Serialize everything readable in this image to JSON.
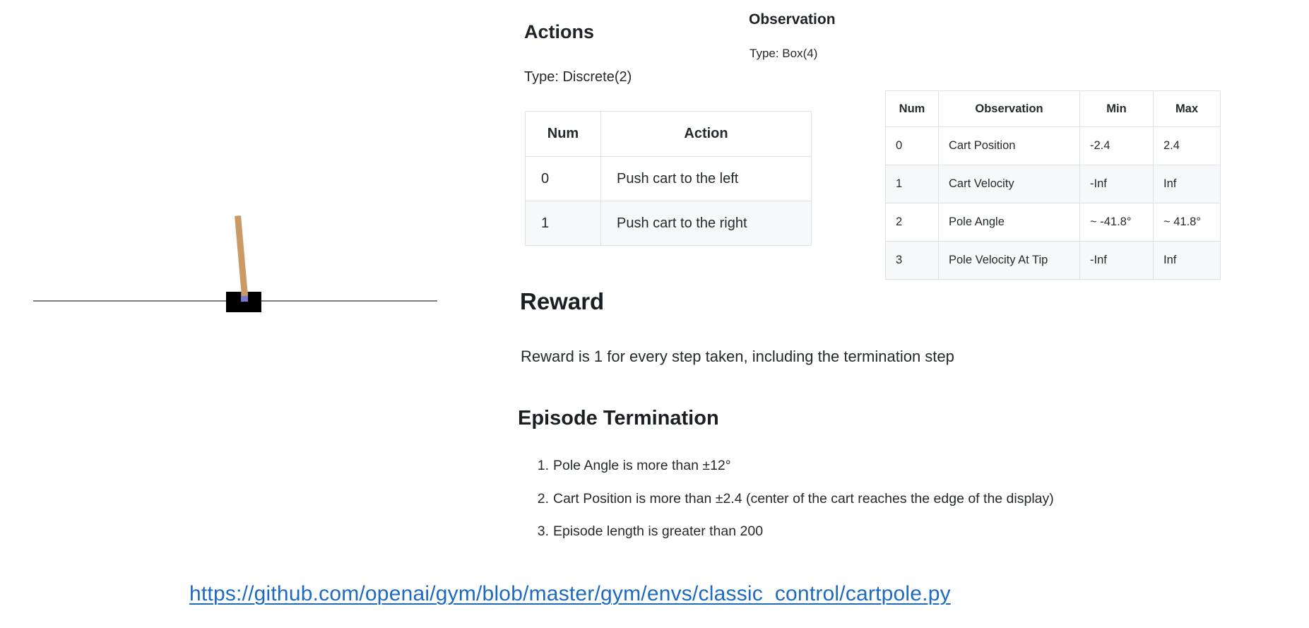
{
  "page": {
    "background": "#ffffff"
  },
  "cartpole": {
    "description": "cartpole-environment-render",
    "colors": {
      "cart": "#000000",
      "pole": "#c99a64",
      "axle": "#7b76d0",
      "track": "#7d7d7d"
    }
  },
  "actions": {
    "title": "Actions",
    "type_label": "Type: Discrete(2)",
    "table": {
      "headers": [
        "Num",
        "Action"
      ],
      "rows": [
        {
          "num": "0",
          "action": "Push cart to the left"
        },
        {
          "num": "1",
          "action": "Push cart to the right"
        }
      ]
    }
  },
  "observation": {
    "title": "Observation",
    "type_label": "Type: Box(4)",
    "table": {
      "headers": [
        "Num",
        "Observation",
        "Min",
        "Max"
      ],
      "rows": [
        {
          "num": "0",
          "name": "Cart Position",
          "min": "-2.4",
          "max": "2.4"
        },
        {
          "num": "1",
          "name": "Cart Velocity",
          "min": "-Inf",
          "max": "Inf"
        },
        {
          "num": "2",
          "name": "Pole Angle",
          "min": "~ -41.8°",
          "max": "~ 41.8°"
        },
        {
          "num": "3",
          "name": "Pole Velocity At Tip",
          "min": "-Inf",
          "max": "Inf"
        }
      ]
    }
  },
  "reward": {
    "title": "Reward",
    "body": "Reward is 1 for every step taken, including the termination step"
  },
  "termination": {
    "title": "Episode Termination",
    "items": [
      {
        "number": "1.",
        "text": "Pole Angle is more than ±12°"
      },
      {
        "number": "2.",
        "text": "Cart Position is more than ±2.4 (center of the cart reaches the edge of the display)"
      },
      {
        "number": "3.",
        "text": "Episode length is greater than 200"
      }
    ]
  },
  "link": {
    "text": "https://github.com/openai/gym/blob/master/gym/envs/classic_control/cartpole.py",
    "url": "https://github.com/openai/gym/blob/master/gym/envs/classic_control/cartpole.py",
    "color": "#1d6ac1"
  }
}
